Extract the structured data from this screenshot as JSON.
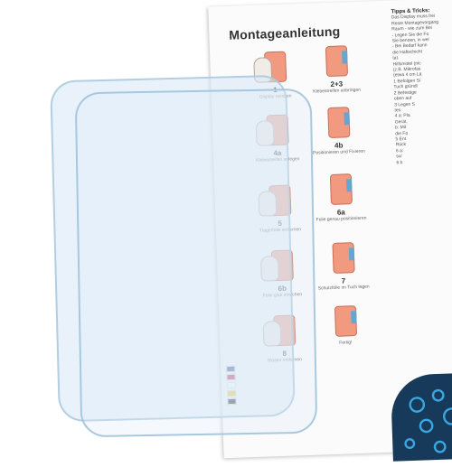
{
  "manual": {
    "title": "Montageanleitung",
    "tips": {
      "heading": "Tipps & Tricks:",
      "lines": [
        "Das Display muss frei",
        "Reste Montagevorgang",
        "Raum - wie zum Bei",
        "- Legen Sie die Fo",
        "Sie benoen, in wel",
        "- Bei Bedarf kann",
        "die Haftschicht",
        "tat.",
        "Hilfsmittel (nic",
        "(z.B. Mikrofas",
        "(etwa 4 cm Lä",
        "1 Befolgen Si",
        "Tuch gründl",
        "2 Befestige",
        "oben auf",
        "3 Legen S",
        "tes.",
        "4 a: Pla",
        "Gerät,",
        "b: Mit",
        "die Fo",
        "5 Ent",
        "Rück",
        "6 a:",
        "scr",
        "6 b"
      ]
    },
    "steps": [
      {
        "num": "1",
        "caption": "Display reinigen"
      },
      {
        "num": "2+3",
        "caption": "Klebestreifen anbringen"
      },
      {
        "num": "4a",
        "caption": "Klebestreifen anlegen"
      },
      {
        "num": "4b",
        "caption": "Positionieren und Fixieren"
      },
      {
        "num": "5",
        "caption": "Trägerfolie entfernen"
      },
      {
        "num": "6a",
        "caption": "Folie genau positionieren"
      },
      {
        "num": "6b",
        "caption": "Folie glatt streichen"
      },
      {
        "num": "7",
        "caption": "Schutzfolie im Tuch legen"
      },
      {
        "num": "8",
        "caption": "Blasen entfernen"
      },
      {
        "num": "",
        "caption": "Fertig!"
      }
    ]
  },
  "colors": {
    "accent_orange": "#f19a7f",
    "accent_blue": "#5aa7d8",
    "swirl_dark": "#173a5a",
    "flags": [
      "#1f3f8f",
      "#c8102e",
      "#ffffff",
      "#f5c400",
      "#000000"
    ]
  }
}
